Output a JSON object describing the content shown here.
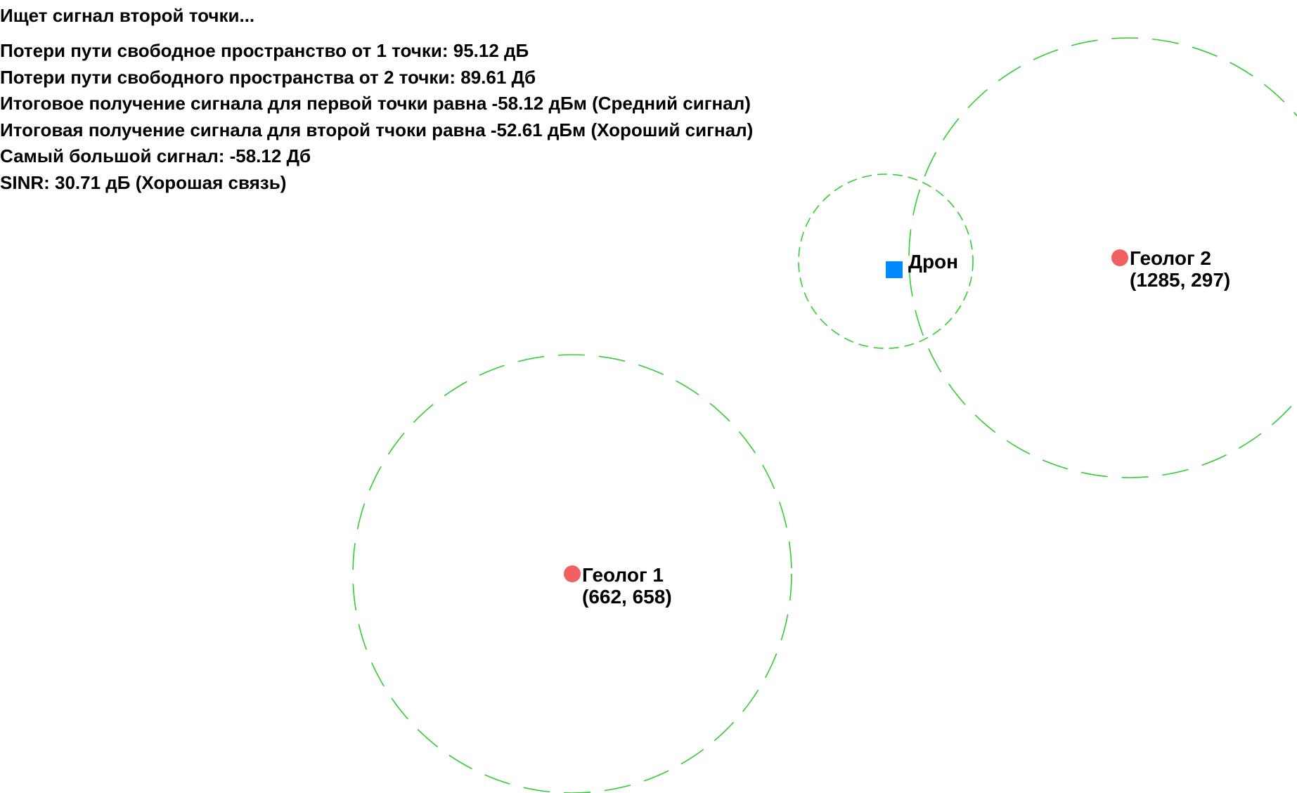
{
  "status": "Ищет сигнал второй точки...",
  "info_lines": [
    "Потери пути свободное пространство от 1 точки: 95.12 дБ",
    "Потери пути свободного пространства от 2 точки: 89.61 Дб",
    "Итоговое получение сигнала для первой точки равна -58.12 дБм (Средний сигнал)",
    "Итоговая получение сигнала для второй тчоки равна -52.61 дБм (Хороший сигнал)",
    "Самый большой сигнал: -58.12 Дб",
    "SINR: 30.71 дБ (Хорошая связь)"
  ],
  "drone": {
    "label": "Дрон",
    "color": "#0088ff"
  },
  "geologists": [
    {
      "label": "Геолог 1",
      "coords": "(662, 658)",
      "color": "#f06060"
    },
    {
      "label": "Геолог 2",
      "coords": "(1285, 297)",
      "color": "#f06060"
    }
  ],
  "range_circle_color": "#33cc33"
}
